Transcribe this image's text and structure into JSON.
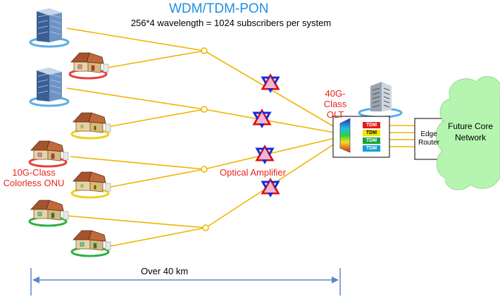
{
  "diagram": {
    "title": "WDM/TDM-PON",
    "subtitle": "256*4 wavelength = 1024 subscribers per system",
    "olt_label": "40G-Class OLT",
    "onu_label": "10G-Class Colorless ONU",
    "amplifier_label": "Optical Amplifier",
    "edge_router_label": "Edge Router",
    "network_label": "Future Core Network",
    "distance_label": "Over 40 km",
    "tdm_blocks": [
      {
        "label": "TDM",
        "color": "#e11d1d",
        "text_color": "#ffffff"
      },
      {
        "label": "TDM",
        "color": "#f2e600",
        "text_color": "#000000"
      },
      {
        "label": "TDM",
        "color": "#19a339",
        "text_color": "#ffffff"
      },
      {
        "label": "TDM",
        "color": "#14a0d8",
        "text_color": "#ffffff"
      }
    ],
    "colors": {
      "fiber": "#f0b400",
      "label_red": "#e8241a",
      "title_blue": "#1e8fe0",
      "cloud": "#b5f5b0",
      "amplifier_fill": "#f8b4cc",
      "amplifier_ring_red": "#e01010",
      "amplifier_ring_blue": "#1a2ad8"
    }
  }
}
